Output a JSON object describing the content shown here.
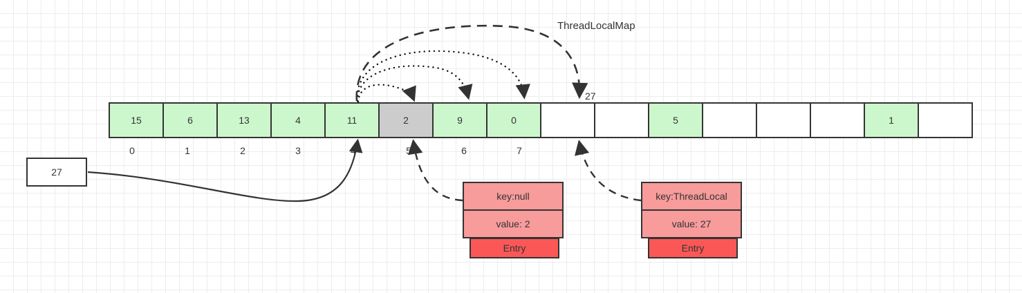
{
  "diagram": {
    "title": "ThreadLocalMap",
    "background": "#ffffff",
    "grid_color": "#ededed",
    "colors": {
      "cell_filled": "#ccf7cc",
      "cell_highlight": "#cccccc",
      "cell_empty": "#ffffff",
      "entry_field": "#f79b9b",
      "entry_tag": "#fb5757",
      "stroke": "#333333"
    }
  },
  "source_box": {
    "label": "27"
  },
  "array": {
    "cells": [
      {
        "value": "15",
        "state": "green"
      },
      {
        "value": "6",
        "state": "green"
      },
      {
        "value": "13",
        "state": "green"
      },
      {
        "value": "4",
        "state": "green"
      },
      {
        "value": "11",
        "state": "green"
      },
      {
        "value": "2",
        "state": "gray"
      },
      {
        "value": "9",
        "state": "green"
      },
      {
        "value": "0",
        "state": "green"
      },
      {
        "value": "",
        "state": "empty"
      },
      {
        "value": "",
        "state": "empty"
      },
      {
        "value": "5",
        "state": "green"
      },
      {
        "value": "",
        "state": "empty"
      },
      {
        "value": "",
        "state": "empty"
      },
      {
        "value": "",
        "state": "empty"
      },
      {
        "value": "1",
        "state": "green"
      },
      {
        "value": "",
        "state": "empty"
      }
    ],
    "index_labels": [
      "0",
      "1",
      "2",
      "3",
      "4",
      "5",
      "6",
      "7"
    ]
  },
  "annotations": {
    "probe_target_label": "27"
  },
  "entries": [
    {
      "key": "key:null",
      "value": "value: 2",
      "tag": "Entry"
    },
    {
      "key": "key:ThreadLocal",
      "value": "value: 27",
      "tag": "Entry"
    }
  ]
}
